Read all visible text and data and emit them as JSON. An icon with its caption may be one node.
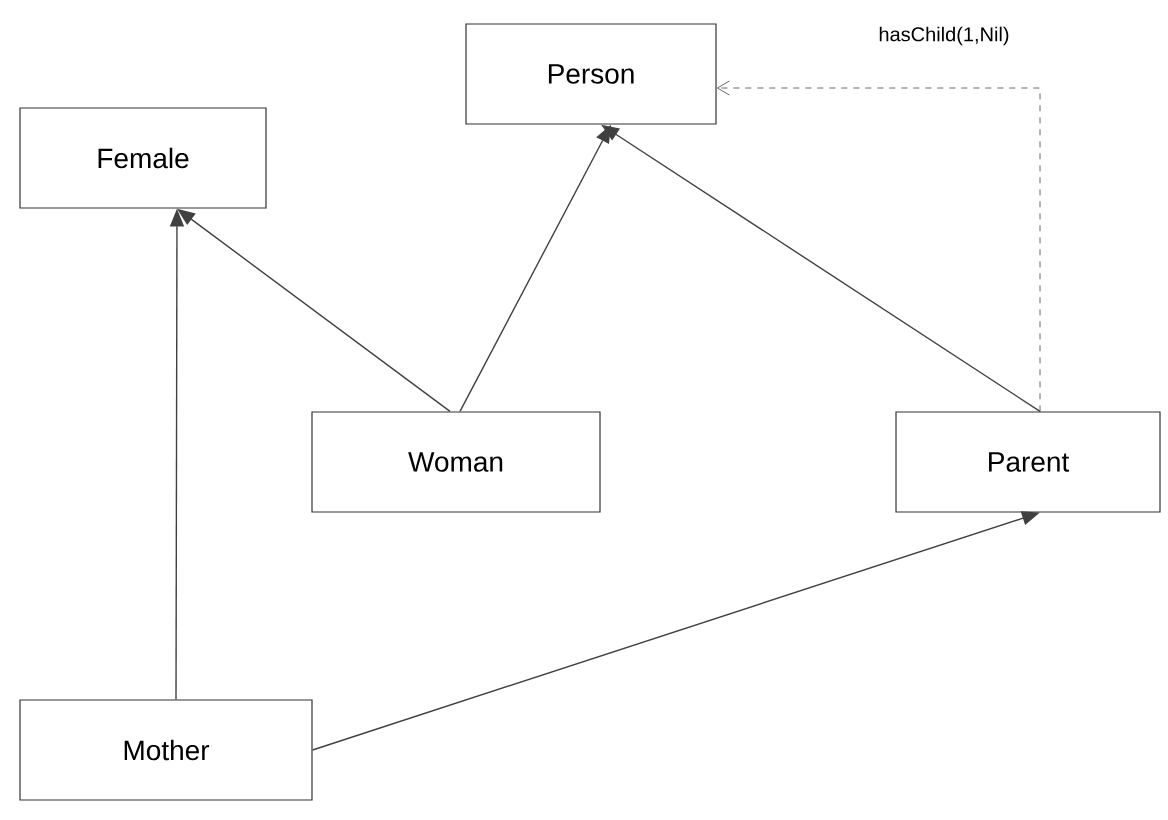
{
  "diagram": {
    "nodes": [
      {
        "text": [
          "Person"
        ]
      },
      {
        "text": [
          "Female"
        ]
      },
      {
        "text": [
          "Woman"
        ]
      },
      {
        "text": [
          "Parent"
        ]
      },
      {
        "text": [
          "Mother"
        ]
      }
    ],
    "edges": [
      {
        "from": 2,
        "to": 1,
        "arrow": "to"
      },
      {
        "from": 2,
        "to": 0,
        "arrow": "to"
      },
      {
        "from": 3,
        "to": 0,
        "arrow": "to"
      },
      {
        "from": 3,
        "to": 0,
        "arrow": "to",
        "style": "dashed",
        "label": "hasChild(1,Nil)"
      },
      {
        "from": 4,
        "to": 1,
        "arrow": "to"
      },
      {
        "from": 4,
        "to": 3,
        "arrow": "to"
      }
    ]
  }
}
